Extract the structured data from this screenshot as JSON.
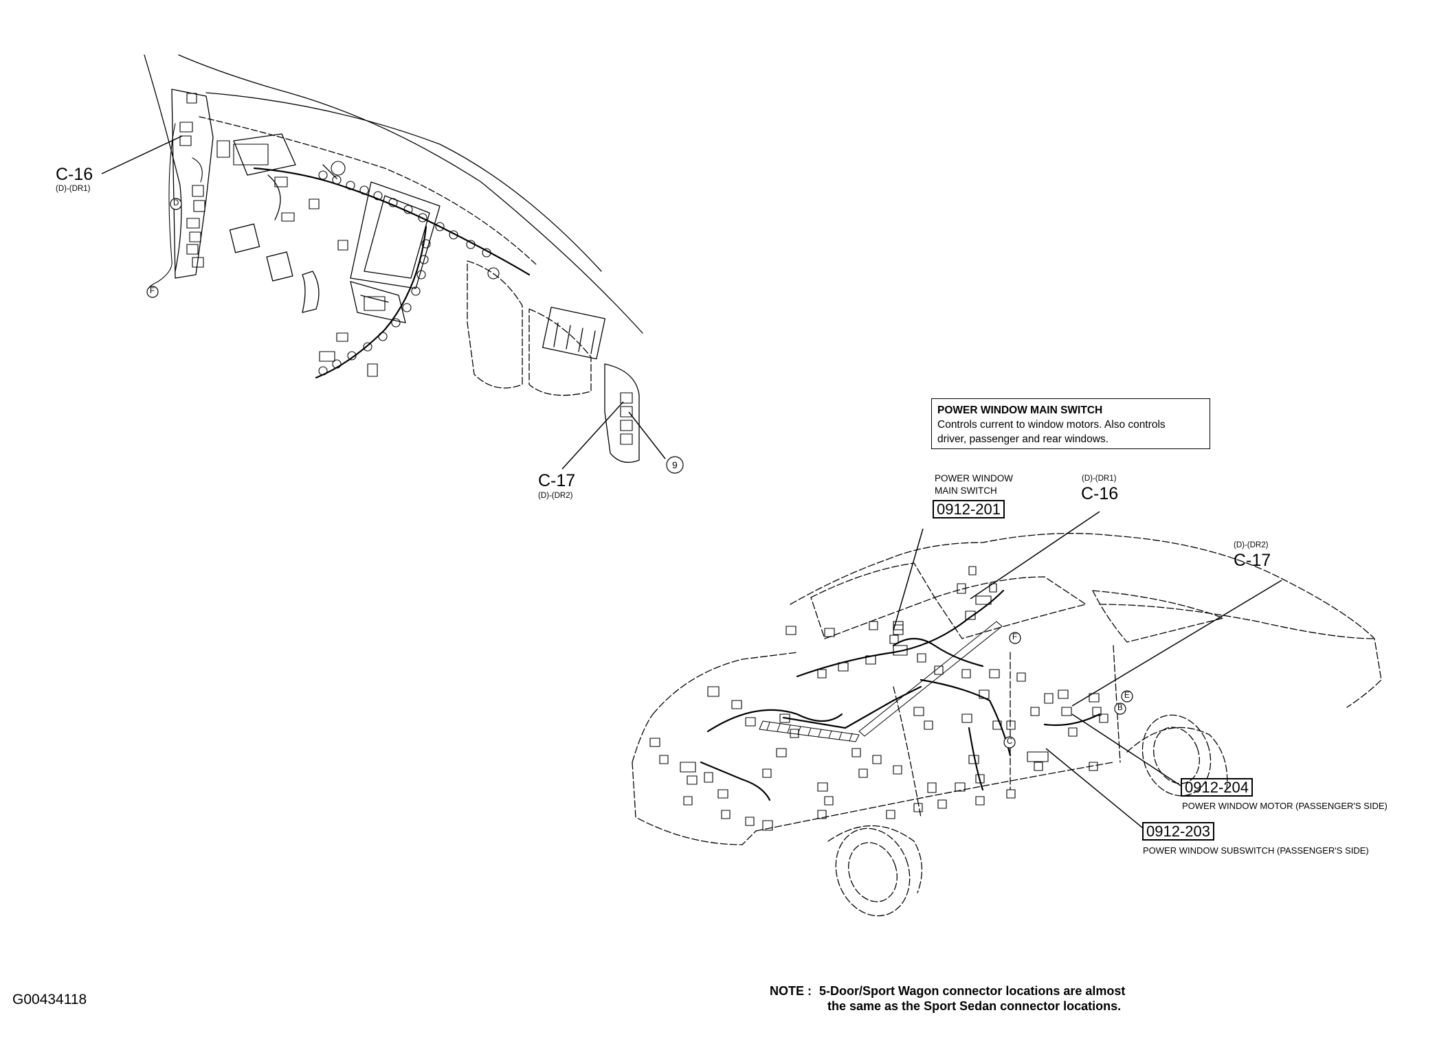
{
  "figure_id": "G00434118",
  "dash_view": {
    "c16": {
      "code": "C-16",
      "sub": "(D)-(DR1)"
    },
    "c17": {
      "code": "C-17",
      "sub": "(D)-(DR2)"
    },
    "markers": {
      "d": "D",
      "f": "F",
      "nine": "9"
    }
  },
  "info_box": {
    "title": "POWER WINDOW MAIN SWITCH",
    "line1": "Controls current to window motors. Also controls",
    "line2": "driver, passenger and rear windows."
  },
  "car_view": {
    "main_switch": {
      "label_line1": "POWER WINDOW",
      "label_line2": "MAIN SWITCH",
      "code": "0912-201"
    },
    "c16": {
      "sub": "(D)-(DR1)",
      "code": "C-16"
    },
    "c17": {
      "sub": "(D)-(DR2)",
      "code": "C-17"
    },
    "motor": {
      "code": "0912-204",
      "label": "POWER WINDOW MOTOR (PASSENGER'S SIDE)"
    },
    "subswitch": {
      "code": "0912-203",
      "label": "POWER WINDOW SUBSWITCH (PASSENGER'S SIDE)"
    },
    "markers": {
      "f": "F",
      "e": "E",
      "b": "B",
      "c": "C"
    }
  },
  "note": {
    "key": "NOTE :",
    "line1": "5-Door/Sport Wagon connector locations are almost",
    "line2": "the same as the Sport Sedan connector locations."
  }
}
